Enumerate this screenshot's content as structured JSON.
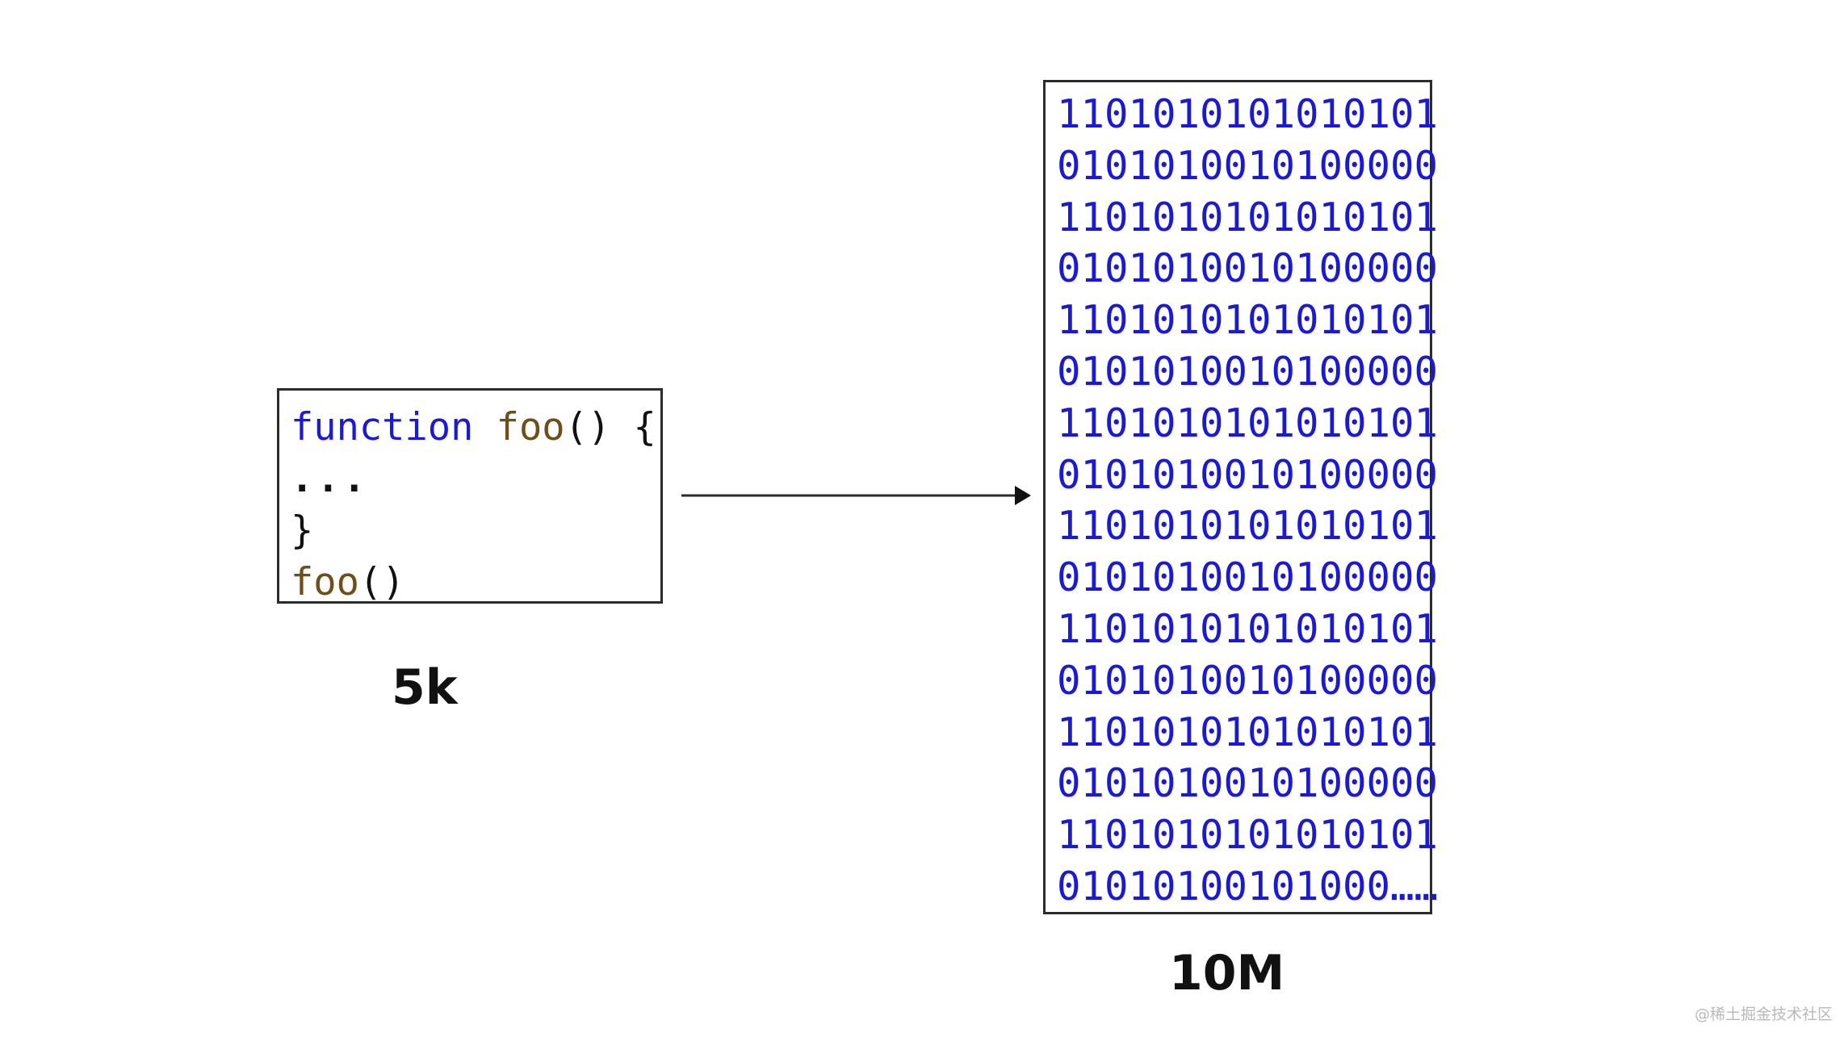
{
  "source_code": {
    "keyword": "function",
    "fn_name": "foo",
    "decl_rest": "() {",
    "body": "...",
    "close": "}",
    "call_name": "foo",
    "call_parens": "()"
  },
  "source_size": "5k",
  "binary": {
    "lines": [
      "1101010101010101",
      "0101010010100000",
      "1101010101010101",
      "0101010010100000",
      "1101010101010101",
      "0101010010100000",
      "1101010101010101",
      "0101010010100000",
      "1101010101010101",
      "0101010010100000",
      "1101010101010101",
      "0101010010100000",
      "1101010101010101",
      "0101010010100000",
      "1101010101010101",
      "01010100101000……"
    ]
  },
  "binary_size": "10M",
  "watermark": "@稀土掘金技术社区",
  "colors": {
    "keyword": "#1a1ad6",
    "function_name": "#6e4f1c",
    "binary_text": "#1a1ad6",
    "border": "#2b2b2b"
  }
}
